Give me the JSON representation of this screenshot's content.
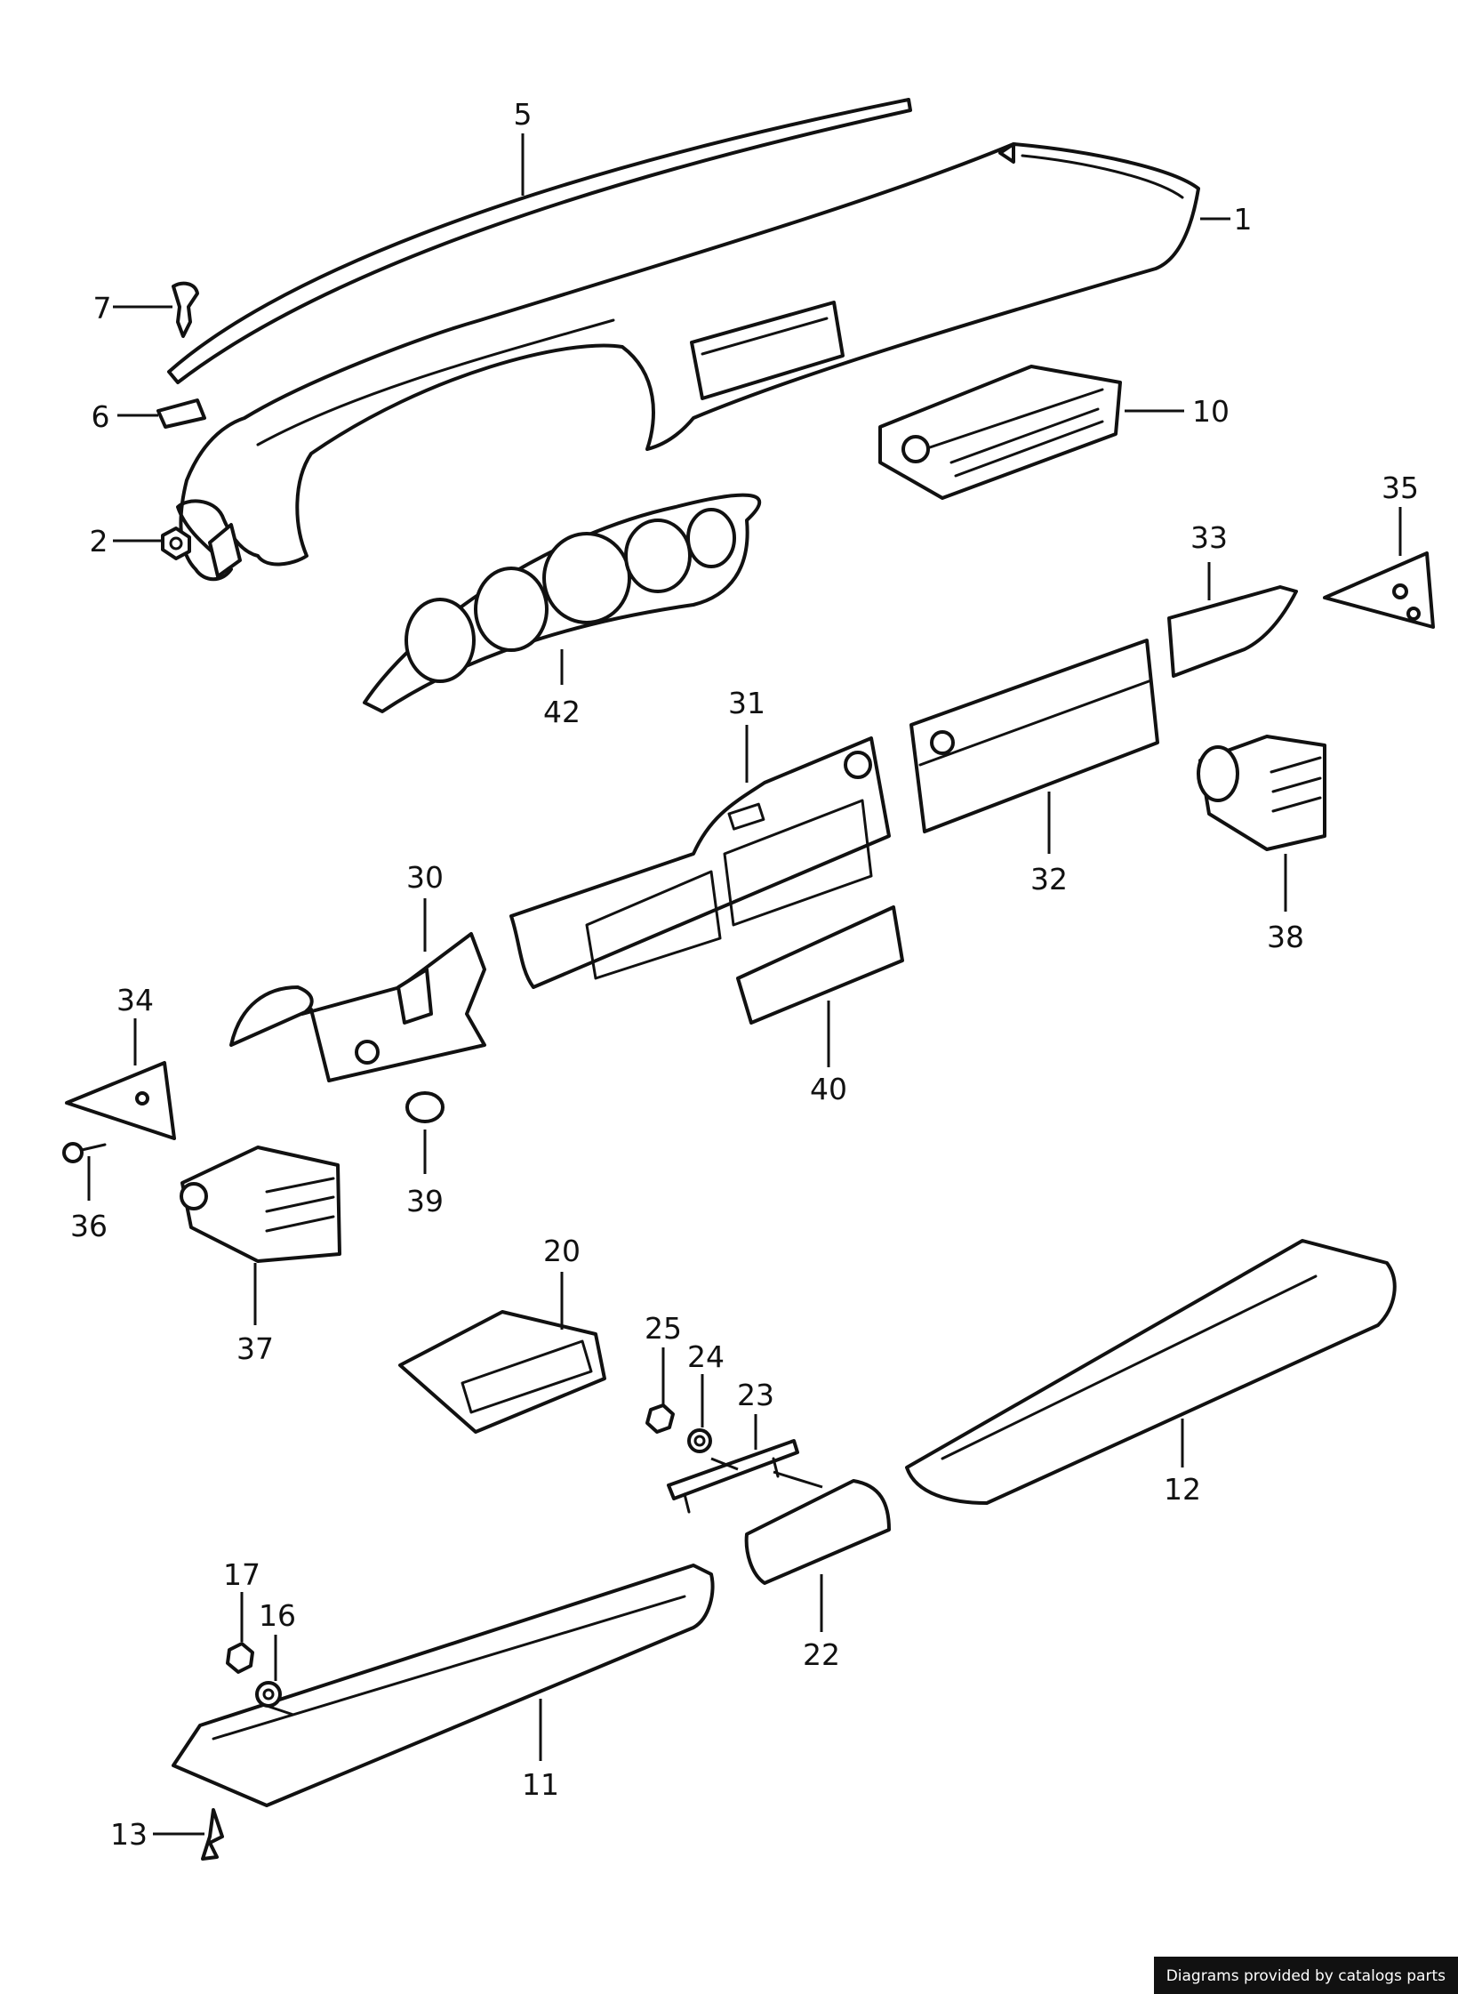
{
  "callouts": {
    "c1": "1",
    "c2": "2",
    "c5": "5",
    "c6": "6",
    "c7": "7",
    "c10": "10",
    "c11": "11",
    "c12": "12",
    "c13": "13",
    "c16": "16",
    "c17": "17",
    "c20": "20",
    "c22": "22",
    "c23": "23",
    "c24": "24",
    "c25": "25",
    "c30": "30",
    "c31": "31",
    "c32": "32",
    "c33": "33",
    "c34": "34",
    "c35": "35",
    "c36": "36",
    "c37": "37",
    "c38": "38",
    "c39": "39",
    "c40": "40",
    "c42": "42"
  },
  "footer": {
    "credit": "Diagrams provided by catalogs parts"
  },
  "colors": {
    "line": "#111111",
    "background": "#ffffff",
    "badge": "#111111"
  }
}
